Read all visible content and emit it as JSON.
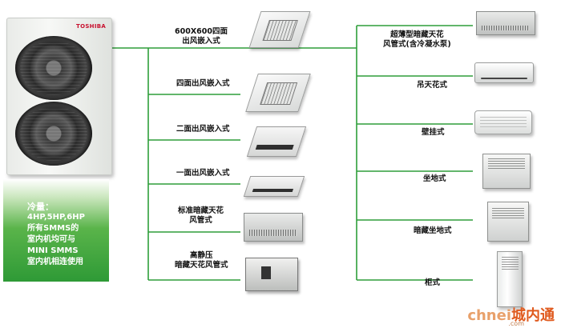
{
  "outdoor_unit": {
    "brand": "TOSHIBA"
  },
  "capacity": {
    "title": "冷量：",
    "lines": [
      "4HP,5HP,6HP",
      "所有SMMS的",
      "室内机均可与",
      "MINI SMMS",
      "室内机相连使用"
    ]
  },
  "left_units": [
    {
      "label": "600X600四面\n出风嵌入式",
      "icon": "compact-4way-cassette"
    },
    {
      "label": "四面出风嵌入式",
      "icon": "4way-cassette"
    },
    {
      "label": "二面出风嵌入式",
      "icon": "2way-cassette"
    },
    {
      "label": "一面出风嵌入式",
      "icon": "1way-cassette"
    },
    {
      "label": "标准暗藏天花\n风管式",
      "icon": "standard-duct"
    },
    {
      "label": "高静压\n暗藏天花风管式",
      "icon": "high-static-duct"
    }
  ],
  "right_units": [
    {
      "label": "超薄型暗藏天花\n风管式(含冷凝水泵)",
      "icon": "slim-duct"
    },
    {
      "label": "吊天花式",
      "icon": "ceiling-suspended"
    },
    {
      "label": "壁挂式",
      "icon": "wall-mounted"
    },
    {
      "label": "坐地式",
      "icon": "floor-standing"
    },
    {
      "label": "暗藏坐地式",
      "icon": "concealed-floor"
    },
    {
      "label": "柜式",
      "icon": "floor-cabinet"
    }
  ],
  "colors": {
    "line": "#2e9e3a",
    "panel": "#3aa640",
    "watermark": "#e05a1e"
  },
  "watermark": {
    "text_a": "chnei",
    "text_b": "城内通",
    "text_c": ".com"
  }
}
